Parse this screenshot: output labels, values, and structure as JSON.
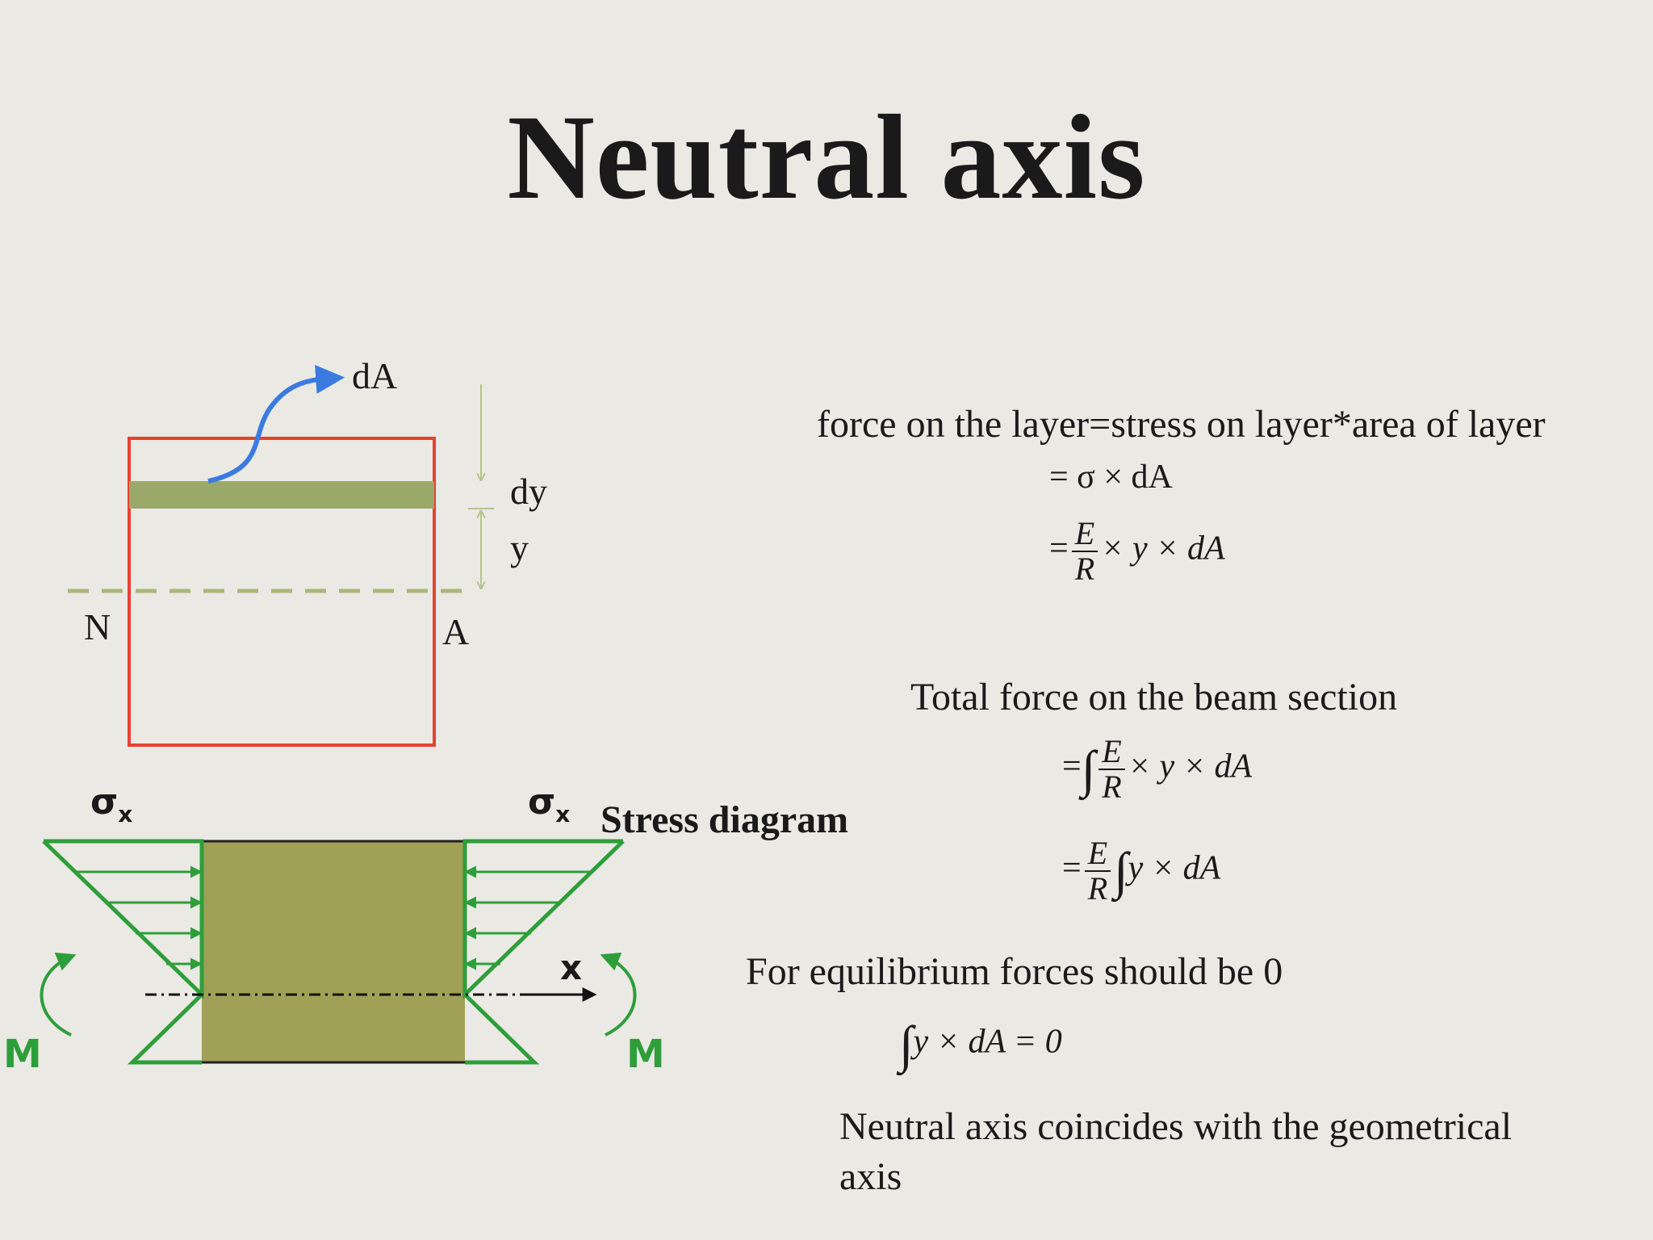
{
  "slide": {
    "title": "Neutral axis"
  },
  "diagram": {
    "section_labels": {
      "dA": "dA",
      "dy": "dy",
      "y": "y",
      "N": "N",
      "A": "A"
    },
    "stress_labels": {
      "sigma_left": "σ",
      "sigma_left_sub": "x",
      "sigma_right": "σ",
      "sigma_right_sub": "x",
      "stress_diagram": "Stress diagram",
      "x_axis": "x",
      "moment_left": "M",
      "moment_right": "M"
    },
    "colors": {
      "section_outline": "#e8412f",
      "layer_strip": "#9aa86a",
      "neutral_dash": "#a9b87a",
      "dim_line": "#b5c48f",
      "da_arrow": "#3b7be0",
      "beam_block": "#a0a057",
      "stress_green": "#2e9e3a"
    }
  },
  "derivation": {
    "line1": "force on the layer=stress on layer*area of layer",
    "eq1": "= σ × dA",
    "eq2_prefix": "=",
    "eq2_num": "E",
    "eq2_den": "R",
    "eq2_suffix": "× y × dA",
    "total_heading": "Total force on the beam section",
    "eq3_prefix": "=",
    "eq3_integral": "∫",
    "eq3_num": "E",
    "eq3_den": "R",
    "eq3_suffix": "× y × dA",
    "eq4_prefix": "=",
    "eq4_num": "E",
    "eq4_den": "R",
    "eq4_integral": "∫",
    "eq4_suffix": "y × dA",
    "equilibrium_heading": "For equilibrium forces should be 0",
    "eq5_integral": "∫",
    "eq5_body": "y × dA = 0",
    "conclusion_line1": "Neutral axis coincides with the geometrical",
    "conclusion_line2": "axis"
  }
}
